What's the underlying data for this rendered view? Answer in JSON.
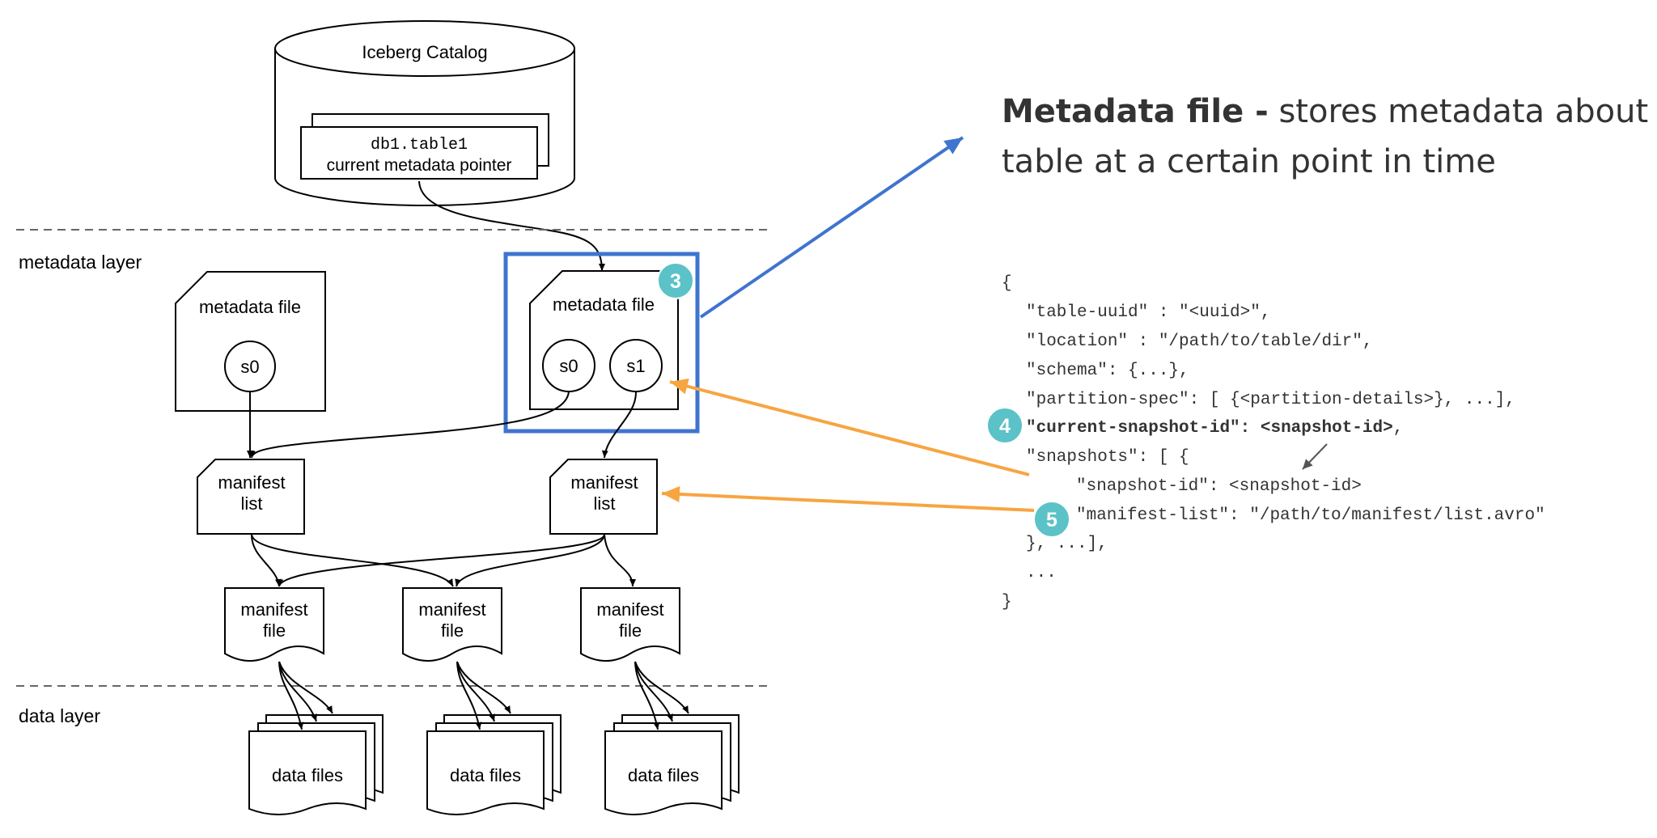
{
  "catalog": {
    "title": "Iceberg Catalog",
    "table_name": "db1.table1",
    "pointer_label": "current metadata pointer"
  },
  "layers": {
    "metadata": "metadata layer",
    "data": "data layer"
  },
  "metadata_files": [
    {
      "label": "metadata file",
      "snapshots": [
        "s0"
      ]
    },
    {
      "label": "metadata file",
      "snapshots": [
        "s0",
        "s1"
      ],
      "badge": "3"
    }
  ],
  "manifest_lists": [
    {
      "line1": "manifest",
      "line2": "list"
    },
    {
      "line1": "manifest",
      "line2": "list"
    }
  ],
  "manifest_files": [
    {
      "line1": "manifest",
      "line2": "file"
    },
    {
      "line1": "manifest",
      "line2": "file"
    },
    {
      "line1": "manifest",
      "line2": "file"
    }
  ],
  "data_files": [
    "data files",
    "data files",
    "data files"
  ],
  "heading": {
    "bold": "Metadata file -",
    "rest": " stores metadata about a",
    "line2": "table at a certain point in time"
  },
  "code": {
    "open": "{",
    "table_uuid": "\"table-uuid\" : \"<uuid>\",",
    "location": "\"location\" : \"/path/to/table/dir\",",
    "schema": "\"schema\": {...},",
    "partition_spec": "\"partition-spec\": [ {<partition-details>}, ...],",
    "current_snapshot_key": "\"current-snapshot-id\"",
    "current_snapshot_colon": ": ",
    "current_snapshot_value": "<snapshot-id>",
    "current_snapshot_comma": ",",
    "snapshots": "\"snapshots\": [ {",
    "snapshot_id": "\"snapshot-id\": <snapshot-id>",
    "manifest_list": "\"manifest-list\": \"/path/to/manifest/list.avro\"",
    "close_snapshots": "}, ...],",
    "ellipsis": "...",
    "close": "}"
  },
  "badges": {
    "three": "3",
    "four": "4",
    "five": "5"
  },
  "colors": {
    "highlight_blue": "#3f74cf",
    "arrow_orange": "#f7a541",
    "badge_teal": "#5bc2c7",
    "text_gray": "#333333"
  }
}
